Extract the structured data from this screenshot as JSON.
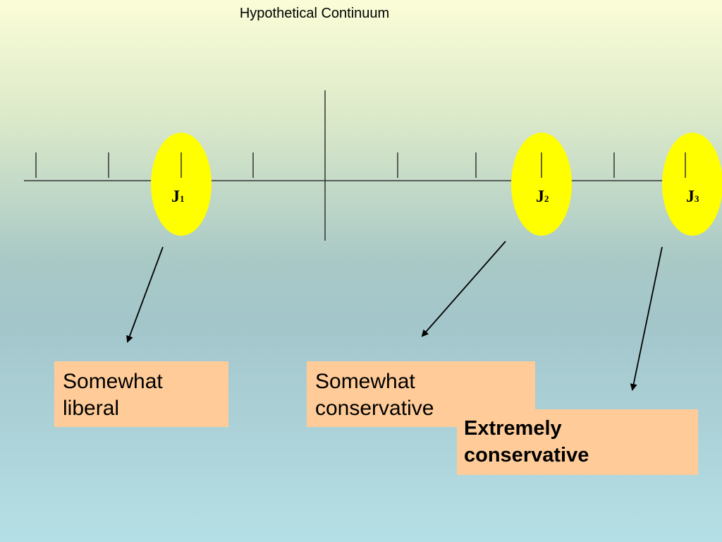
{
  "title": "Hypothetical Continuum",
  "judges": [
    {
      "letter": "J",
      "sub": "1"
    },
    {
      "letter": "J",
      "sub": "2"
    },
    {
      "letter": "J",
      "sub": "3"
    }
  ],
  "boxes": {
    "liberal": "Somewhat liberal",
    "somewhat_conservative": "Somewhat conservative",
    "extremely_conservative": "Extremely conservative"
  },
  "colors": {
    "marker": "#ffff00",
    "box": "#ffcc99",
    "line": "#000000"
  }
}
